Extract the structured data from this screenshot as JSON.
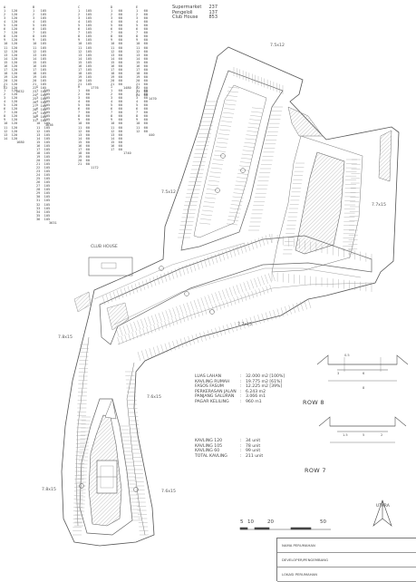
{
  "lot_tables": [
    {
      "head": "A",
      "nums": [
        "1",
        "2",
        "3",
        "4",
        "5",
        "6",
        "7",
        "8",
        "9",
        "10",
        "11",
        "12",
        "13",
        "14",
        "15",
        "16",
        "17",
        "18",
        "19",
        "20",
        "21",
        "22"
      ],
      "vals": [
        "120",
        "120",
        "120",
        "120",
        "120",
        "120",
        "120",
        "120",
        "120",
        "120",
        "120",
        "120",
        "120",
        "120",
        "120",
        "120",
        "120",
        "120",
        "120",
        "120",
        "120",
        "120"
      ],
      "total": "2632"
    },
    {
      "head": "B",
      "nums": [
        "1",
        "2",
        "3",
        "4",
        "5",
        "6",
        "7",
        "8",
        "9",
        "10",
        "11",
        "12",
        "13",
        "14",
        "15",
        "16",
        "17",
        "18",
        "19",
        "20",
        "21",
        "22",
        "23",
        "24",
        "25",
        "26",
        "27",
        "28",
        "29",
        "30",
        "31"
      ],
      "vals": [
        "105",
        "105",
        "105",
        "105",
        "105",
        "105",
        "105",
        "105",
        "105",
        "105",
        "105",
        "105",
        "105",
        "105",
        "105",
        "105",
        "105",
        "105",
        "105",
        "105",
        "105",
        "105",
        "105",
        "105",
        "105",
        "105",
        "105",
        "105",
        "105",
        "105",
        "105"
      ],
      "total": "3636"
    },
    {
      "head": "C",
      "nums": [
        "1",
        "2",
        "3",
        "4",
        "5",
        "6",
        "7",
        "8",
        "9",
        "10",
        "11",
        "12",
        "13",
        "14",
        "15",
        "16",
        "17",
        "18",
        "19",
        "20",
        "21"
      ],
      "vals": [
        "105",
        "105",
        "105",
        "105",
        "105",
        "105",
        "105",
        "105",
        "105",
        "105",
        "105",
        "105",
        "105",
        "105",
        "105",
        "105",
        "105",
        "105",
        "105",
        "105",
        "105"
      ],
      "total": "1776"
    },
    {
      "head": "D",
      "nums": [
        "1",
        "2",
        "3",
        "4",
        "5",
        "6",
        "7",
        "8",
        "9",
        "10",
        "11",
        "12",
        "13",
        "14",
        "15",
        "16",
        "17",
        "18",
        "19",
        "20",
        "21"
      ],
      "vals": [
        "60",
        "60",
        "60",
        "60",
        "60",
        "60",
        "60",
        "60",
        "60",
        "60",
        "60",
        "60",
        "60",
        "60",
        "60",
        "60",
        "60",
        "60",
        "60",
        "60",
        "60"
      ],
      "total": "1480"
    },
    {
      "head": "E",
      "nums": [
        "1",
        "2",
        "3",
        "4",
        "5",
        "6",
        "7",
        "8",
        "9",
        "10",
        "11",
        "12",
        "13",
        "14",
        "15",
        "16",
        "17",
        "18",
        "19",
        "20",
        "21",
        "22",
        "23",
        "24"
      ],
      "vals": [
        "60",
        "60",
        "60",
        "60",
        "60",
        "60",
        "60",
        "60",
        "60",
        "60",
        "60",
        "60",
        "60",
        "60",
        "60",
        "60",
        "60",
        "60",
        "60",
        "60",
        "60",
        "60",
        "60",
        "60"
      ],
      "total": "1470"
    }
  ],
  "lot_tables_lower": [
    {
      "head": "F",
      "nums": [
        "1",
        "2",
        "3",
        "4",
        "5",
        "6",
        "7",
        "8",
        "9",
        "10",
        "11",
        "12",
        "13",
        "14"
      ],
      "vals": [
        "120",
        "120",
        "120",
        "120",
        "120",
        "120",
        "120",
        "120",
        "120",
        "120",
        "120",
        "120",
        "120",
        "120"
      ],
      "total": "1680"
    },
    {
      "head": "G",
      "nums": [
        "1",
        "2",
        "3",
        "4",
        "5",
        "6",
        "7",
        "8",
        "9",
        "10",
        "11",
        "12",
        "13",
        "14",
        "15",
        "16",
        "17",
        "18",
        "19",
        "20",
        "21",
        "22",
        "23",
        "24",
        "25",
        "26",
        "27",
        "28",
        "29",
        "30",
        "31",
        "32",
        "33",
        "34",
        "35",
        "36"
      ],
      "vals": [
        "105",
        "105",
        "105",
        "105",
        "105",
        "105",
        "105",
        "105",
        "105",
        "105",
        "105",
        "105",
        "105",
        "105",
        "105",
        "105",
        "105",
        "105",
        "105",
        "105",
        "105",
        "105",
        "105",
        "105",
        "105",
        "105",
        "105",
        "105",
        "105",
        "105",
        "105",
        "105",
        "105",
        "105",
        "105",
        "105"
      ],
      "total": "3631"
    },
    {
      "head": "H",
      "nums": [
        "1",
        "2",
        "3",
        "4",
        "5",
        "6",
        "7",
        "8",
        "9",
        "10",
        "11",
        "12",
        "13",
        "14",
        "15",
        "16",
        "17",
        "18",
        "19",
        "20",
        "21"
      ],
      "vals": [
        "60",
        "60",
        "60",
        "60",
        "60",
        "60",
        "60",
        "60",
        "60",
        "60",
        "60",
        "60",
        "60",
        "60",
        "60",
        "60",
        "60",
        "60",
        "60",
        "60",
        "60"
      ],
      "total": "1172"
    },
    {
      "head": "I",
      "nums": [
        "1",
        "2",
        "3",
        "4",
        "5",
        "6",
        "7",
        "8",
        "9",
        "10",
        "11",
        "12",
        "13",
        "14",
        "15",
        "16",
        "17"
      ],
      "vals": [
        "60",
        "60",
        "60",
        "60",
        "60",
        "60",
        "60",
        "60",
        "60",
        "60",
        "60",
        "60",
        "60",
        "60",
        "60",
        "60",
        "60"
      ],
      "total": "1740"
    },
    {
      "head": "J",
      "nums": [
        "1",
        "2",
        "3",
        "4",
        "5",
        "6",
        "7",
        "8",
        "9",
        "10",
        "11",
        "12"
      ],
      "vals": [
        "60",
        "60",
        "60",
        "60",
        "60",
        "60",
        "60",
        "60",
        "60",
        "60",
        "60",
        "60"
      ],
      "total": "440"
    }
  ],
  "facilities": [
    {
      "name": "Supermarket",
      "area": "237"
    },
    {
      "name": "Pengeloli",
      "area": "137"
    },
    {
      "name": "Club House",
      "area": "853"
    }
  ],
  "stats": [
    {
      "k": "LUAS LAHAN",
      "v": "32.000 m2 [100%]"
    },
    {
      "k": "KAVLING RUMAH",
      "v": "19.775 m2 [61%]"
    },
    {
      "k": "FASOS FASUM",
      "v": "12.225 m2 [39%]"
    },
    {
      "k": "PERKERASAN JALAN",
      "v": "6.243 m2"
    },
    {
      "k": "PANJANG SALURAN",
      "v": "3.066 m1"
    },
    {
      "k": "PAGAR KELILING",
      "v": "960 m1"
    }
  ],
  "kavling": [
    {
      "k": "KAVLING 120",
      "v": "34 unit"
    },
    {
      "k": "KAVLING 105",
      "v": "78 unit"
    },
    {
      "k": "KAVLING 60",
      "v": "99 unit"
    },
    {
      "k": "TOTAL KAVLING",
      "v": "211 unit"
    }
  ],
  "labels": {
    "club_house": "CLUB HOUSE",
    "row8": "ROW 8",
    "row7": "ROW 7",
    "utara": "UTARA",
    "road_7_5x12_top": "7.5x12",
    "road_7_5x12_mid": "7.5x12",
    "road_7_7x15": "7.7x15",
    "road_7_7x15b": "7.7x15",
    "road_7_8x15": "7.8x15",
    "road_7_6x15": "7.6x15",
    "road_7_8x15b": "7.8x15",
    "road_7_6x15b": "7.6x15",
    "dim_0_5": "0.5",
    "dim_3": "3",
    "dim_6": "6",
    "dim_8": "8",
    "dim_1_5": "1.5",
    "dim_5": "5",
    "dim_2": "2"
  },
  "scale": {
    "ticks": [
      "5",
      "10",
      "20",
      "50"
    ]
  },
  "title_block": {
    "nama": "NAMA PERUMAHAN",
    "developer": "DEVELOPER/PENGEMBANG",
    "lokasi": "LOKASI PERUMAHAN"
  },
  "colors": {
    "line": "#555555",
    "light": "#9a9a9a",
    "hatch": "#888888"
  }
}
